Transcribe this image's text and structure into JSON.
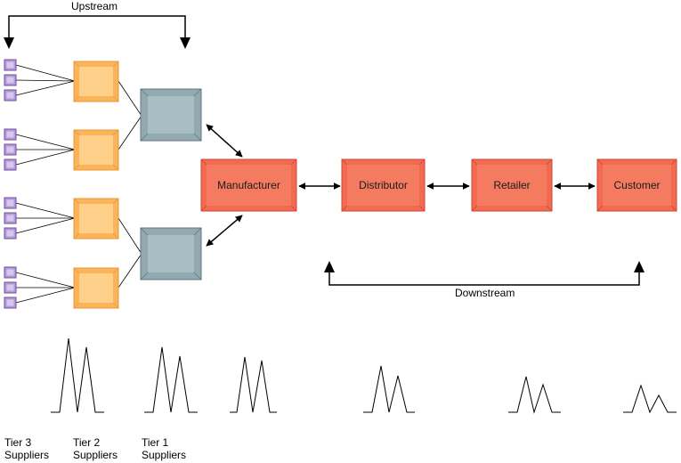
{
  "flow": {
    "upstream_label": "Upstream",
    "downstream_label": "Downstream"
  },
  "chain": {
    "manufacturer": "Manufacturer",
    "distributor": "Distributor",
    "retailer": "Retailer",
    "customer": "Customer"
  },
  "tiers": {
    "tier3": [
      "Tier 3",
      "Suppliers"
    ],
    "tier2": [
      "Tier 2",
      "Suppliers"
    ],
    "tier1": [
      "Tier 1",
      "Suppliers"
    ]
  },
  "colors": {
    "chain_red": "#f26a4f",
    "tier1_gray": "#93aab0",
    "tier2_orange": "#fbb45a",
    "tier3_purple": "#b59ad8"
  }
}
